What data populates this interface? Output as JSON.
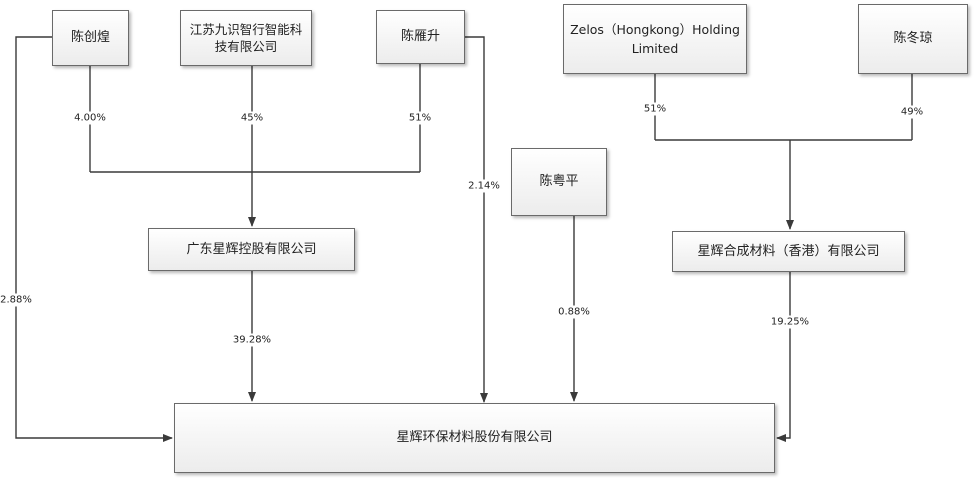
{
  "diagram": {
    "nodes": {
      "chen_chuanghuang": "陈创煌",
      "jiangsu_jiushi": "江苏九识智行智能科技有限公司",
      "chen_yansheng": "陈雁升",
      "zelos": "Zelos（Hongkong）Holding Limited",
      "chen_dongqiong": "陈冬琼",
      "chen_yueping": "陈粤平",
      "guangdong_xinghui": "广东星辉控股有限公司",
      "xinghui_hk": "星辉合成材料（香港）有限公司",
      "xinghui_target": "星辉环保材料股份有限公司"
    },
    "percentages": {
      "chuanghuang_to_guangdong": "4.00%",
      "jiangsu_to_guangdong": "45%",
      "yansheng_to_guangdong": "51%",
      "yansheng_to_target": "2.14%",
      "chuanghuang_to_target": "2.88%",
      "guangdong_to_target": "39.28%",
      "yueping_to_target": "0.88%",
      "zelos_to_hk": "51%",
      "dongqiong_to_hk": "49%",
      "hk_to_target": "19.25%"
    },
    "colors": {
      "line": "#3a3a3a",
      "box_border": "#6a6a6a",
      "box_fill_top": "#ffffff",
      "box_fill_bottom": "#ececec"
    }
  }
}
